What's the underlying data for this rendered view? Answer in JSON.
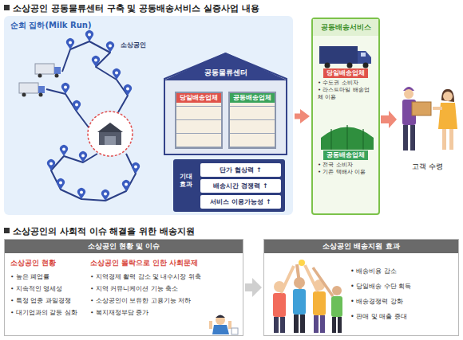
{
  "diagram": {
    "nodes": [
      {
        "text": [
          "순회 집하(Milk Run)"
        ]
      },
      {
        "text": [
          "공동물류센터"
        ],
        "in": 0
      },
      {
        "text": [
          "당일배송업체"
        ],
        "in": 1
      },
      {
        "text": [
          "공동배송업체"
        ],
        "in": 1
      },
      {
        "text": [
          "기대 효과"
        ],
        "in": 0
      },
      {
        "text": [
          "단가 협상력 ↑"
        ],
        "in": 4
      },
      {
        "text": [
          "배송시간 경쟁력 ↑"
        ],
        "in": 4
      },
      {
        "text": [
          "서비스 이용가능성 ↑"
        ],
        "in": 4
      },
      {
        "text": [
          "공동배송서비스"
        ]
      },
      {
        "text": [
          "당일배송업체",
          "• 수도권 소비자",
          "• 라스트마일 배송업체 이용"
        ],
        "in": 8
      },
      {
        "text": [
          "공동배송업체",
          "• 전국 소비자",
          "• 기존 택배사 이용"
        ],
        "in": 8
      },
      {
        "text": [
          "소상공인 현황 및 이슈",
          "소상공인 현황",
          "• 높은 폐업률",
          "• 지속적인 영세성",
          "• 특정 업종 과밀경쟁",
          "• 대기업과의 갈등 심화",
          "소상공인 몰락으로 인한 사회문제",
          "• 지역경제 활력 감소 및 내수시장 위축",
          "• 지역 커뮤니케이션 기능 축소",
          "• 소상공인이 보유한 고용기능 저하",
          "• 복지재정부담 증가"
        ]
      },
      {
        "text": [
          "소상공인 배송지원 효과",
          "• 배송비용 감소",
          "• 당일배송 수단 획득",
          "• 배송경쟁력 강화",
          "• 판매 및 매출 증대"
        ]
      }
    ],
    "edges": [
      {
        "from": 0,
        "to": 8,
        "arrow": "to"
      },
      {
        "from": 11,
        "to": 12,
        "arrow": "to"
      }
    ],
    "labels": [
      "소상공인 공동물류센터 구축 및 공동배송서비스 실증사업 내용",
      "소상공인",
      "고객 수령",
      "소상공인의 사회적 이슈 해결을 위한 배송지원"
    ]
  }
}
